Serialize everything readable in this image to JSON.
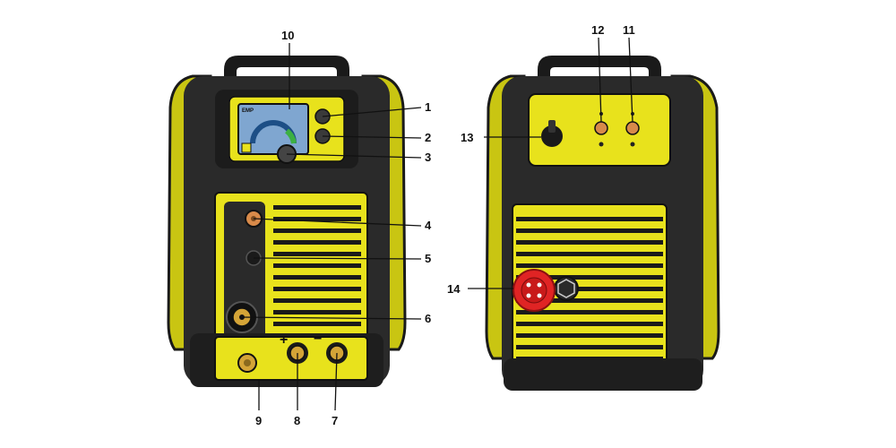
{
  "colors": {
    "body_yellow": "#e8e21c",
    "frame_dark": "#2a2a2a",
    "frame_black": "#141414",
    "connector_brass": "#d4a437",
    "connector_copper": "#d88a4a",
    "mains_plug_red": "#e02424",
    "screen_blue": "#7fa6d0"
  },
  "front_view": {
    "display_brand": "EMP",
    "callouts": [
      {
        "id": "c1",
        "label": "1"
      },
      {
        "id": "c2",
        "label": "2"
      },
      {
        "id": "c3",
        "label": "3"
      },
      {
        "id": "c4",
        "label": "4"
      },
      {
        "id": "c5",
        "label": "5"
      },
      {
        "id": "c6",
        "label": "6"
      },
      {
        "id": "c7",
        "label": "7"
      },
      {
        "id": "c8",
        "label": "8"
      },
      {
        "id": "c9",
        "label": "9"
      },
      {
        "id": "c10",
        "label": "10"
      }
    ],
    "polarity_plus": "+",
    "polarity_minus": "−"
  },
  "rear_view": {
    "callouts": [
      {
        "id": "c11",
        "label": "11"
      },
      {
        "id": "c12",
        "label": "12"
      },
      {
        "id": "c13",
        "label": "13"
      },
      {
        "id": "c14",
        "label": "14"
      }
    ]
  }
}
